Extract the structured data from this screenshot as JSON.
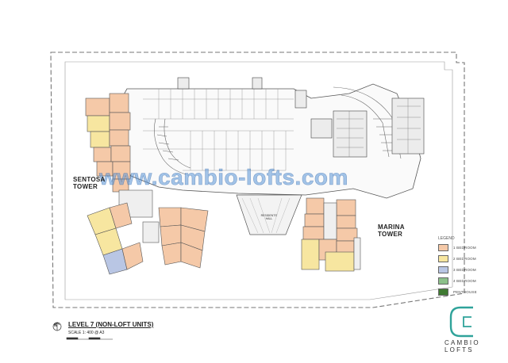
{
  "plan": {
    "towers": {
      "sentosa": "SENTOSA\nTOWER",
      "marina": "MARINA\nTOWER"
    },
    "drop_off": "RESIDENTS'\nHALL",
    "title": "LEVEL 7 (NON-LOFT UNITS)",
    "scale": "SCALE 1: 400 @ A3",
    "north": "N"
  },
  "legend": {
    "title": "LEGEND",
    "items": [
      {
        "label": "1 BEDROOM",
        "color": "#f5c9a8"
      },
      {
        "label": "2 BEDROOM",
        "color": "#f7e6a0"
      },
      {
        "label": "3 BEDROOM",
        "color": "#b9c6e4"
      },
      {
        "label": "4 BEDROOM",
        "color": "#8cc08a"
      },
      {
        "label": "PENTHOUSE",
        "color": "#3f7a32"
      }
    ]
  },
  "watermark": "www.cambio-lofts.com",
  "brand": {
    "name": "CAMBIO LOFTS",
    "accent": "#2fa39a"
  },
  "colors": {
    "wall": "#555555",
    "line": "#888888"
  }
}
